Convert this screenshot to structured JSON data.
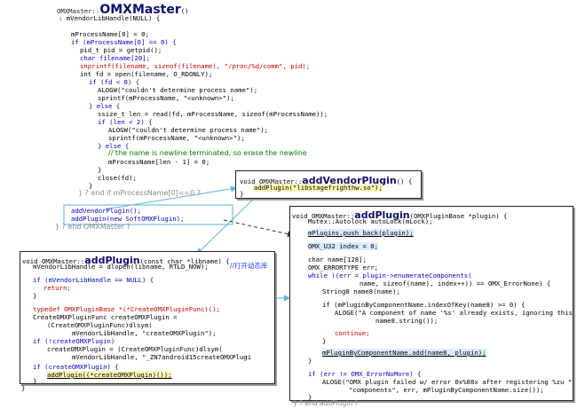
{
  "top": {
    "class_prefix": "OMXMaster::",
    "title": "OMXMaster",
    "ctor_suffix": "()",
    "lines": [
      ": mVendorLibHandle(NULL) {",
      "",
      "mProcessName[0] = 0;",
      "if (mProcessName[0] == 0) {",
      "pid_t pid = getpid();",
      "char filename[20];",
      "snprintf(filename, sizeof(filename), \"/proc/%d/comm\", pid);",
      "int fd = open(filename, O_RDONLY);",
      "if (fd < 0) {",
      "ALOGW(\"couldn't determine process name\");",
      "sprintf(mProcessName, \"<unknown>\");",
      "} else {",
      "ssize_t len = read(fd, mProcessName, sizeof(mProcessName));",
      "if (len < 2) {",
      "ALOGW(\"couldn't determine process name\");",
      "sprintf(mProcessName, \"<unknown>\");",
      "} else {",
      "// the name is newline terminated, so erase the newline",
      "mProcessName[len - 1] = 0;",
      "}",
      "close(fd);",
      "}",
      "} ? end if mProcessName[0]==0 ?"
    ],
    "calls": [
      "addVendorPlugin();",
      "addPlugin(new SoftOMXPlugin);"
    ],
    "end": "} ? end OMXMaster ?"
  },
  "vendor_box": {
    "prefix": "void OMXMaster::",
    "title": "addVendorPlugin",
    "suffix": "() {",
    "body": "addPlugin(\"libstagefrighthw.so\");",
    "close": "}"
  },
  "plugin_so_box": {
    "prefix": "void OMXMaster::",
    "title": "addPlugin",
    "params": "(const char *libname) {",
    "lines": [
      "mVendorLibHandle = dlopen(libname, RTLD_NOW);",
      "if (mVendorLibHandle == NULL) {",
      "return;",
      "}",
      "typedef OMXPluginBase *(*CreateOMXPluginFunc)();",
      "CreateOMXPluginFunc createOMXPlugin =",
      "(CreateOMXPluginFunc)dlsym(",
      "mVendorLibHandle, \"createOMXPlugin\");",
      "if (!createOMXPlugin)",
      "createOMXPlugin = (CreateOMXPluginFunc)dlsym(",
      "mVendorLibHandle, \"_ZN7android15createOMXPlugi",
      "if (createOMXPlugin) {",
      "addPlugin((*createOMXPlugin)());",
      "}",
      "}"
    ],
    "annotation": "//打开动态库"
  },
  "plugin_base_box": {
    "prefix": "void OMXMaster::",
    "title": "addPlugin",
    "params": "(OMXPluginBase *plugin) {",
    "lines": [
      "Mutex::Autolock autoLock(mLock);",
      "mPlugins.push_back(plugin);",
      "OMX_U32 index = 0;",
      "char name[128];",
      "OMX_ERRORTYPE err;",
      "while ((err = plugin->enumerateComponents(",
      "name, sizeof(name), index++)) == OMX_ErrorNone) {",
      "String8 name8(name);",
      "if (mPluginByComponentName.indexOfKey(name8) >= 0) {",
      "ALOGE(\"A component of name '%s' already exists, ignoring this o",
      "name8.string());",
      "continue;",
      "}",
      "mPluginByComponentName.add(name8, plugin);",
      "}",
      "if (err != OMX_ErrorNoMore) {",
      "ALOGE(\"OMX plugin failed w/ error 0x%08x after registering %zu \"",
      "\"components\", err, mPluginByComponentName.size());",
      "}",
      "} ? end addPlugin ?"
    ]
  }
}
